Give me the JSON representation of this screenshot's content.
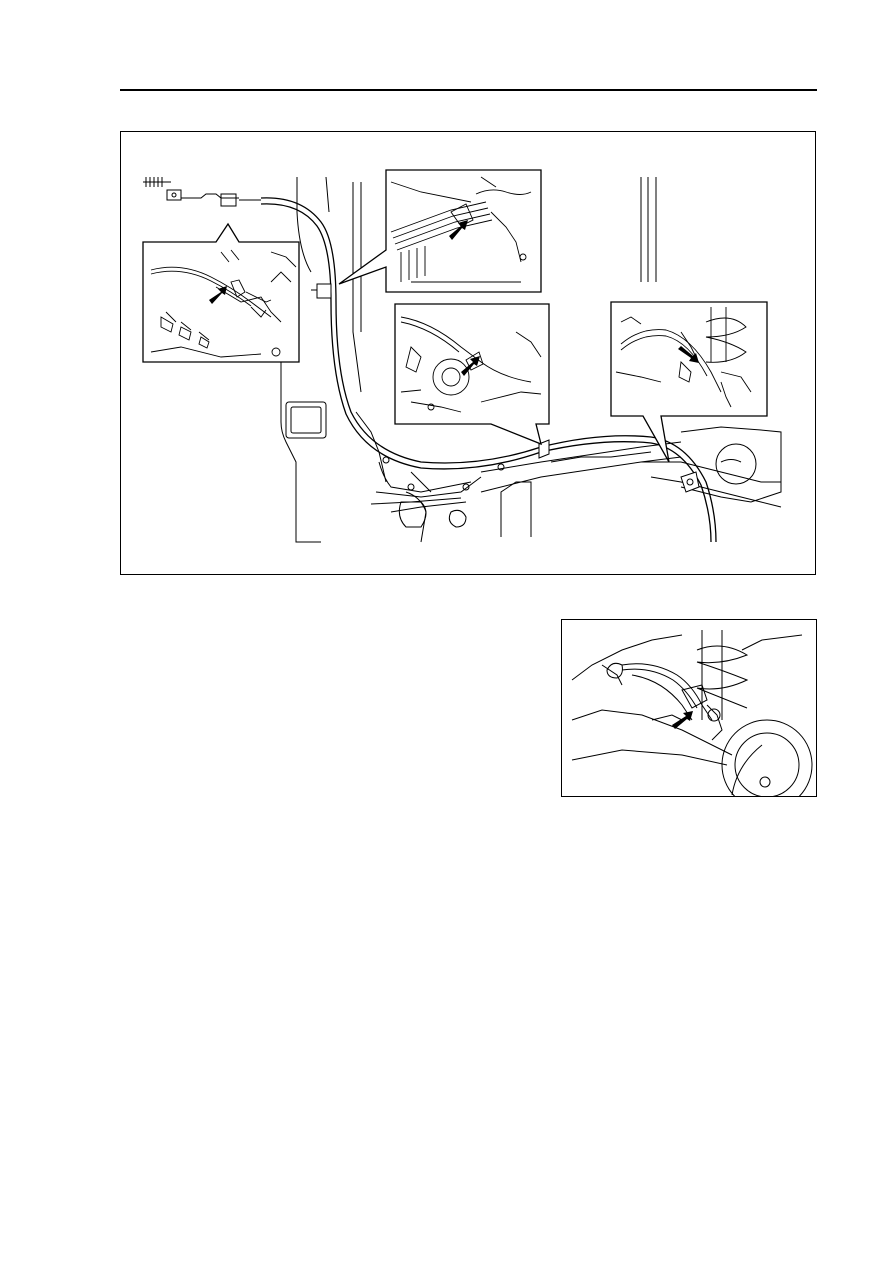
{
  "page": {
    "header_rule_color": "#000000"
  },
  "main_figure": {
    "description_icon": "parking-brake-cable-routing-illustration",
    "callouts": [
      {
        "name": "callout-front-lever-clamp",
        "icon": "clamp-arrow-icon"
      },
      {
        "name": "callout-upper-center-clamp",
        "icon": "clamp-arrow-icon"
      },
      {
        "name": "callout-middle-center-clamp",
        "icon": "clamp-arrow-icon"
      },
      {
        "name": "callout-rear-suspension-clamp",
        "icon": "clamp-arrow-icon"
      }
    ]
  },
  "small_figure": {
    "description_icon": "rear-brake-cable-connection-illustration",
    "icon": "clamp-arrow-icon"
  }
}
